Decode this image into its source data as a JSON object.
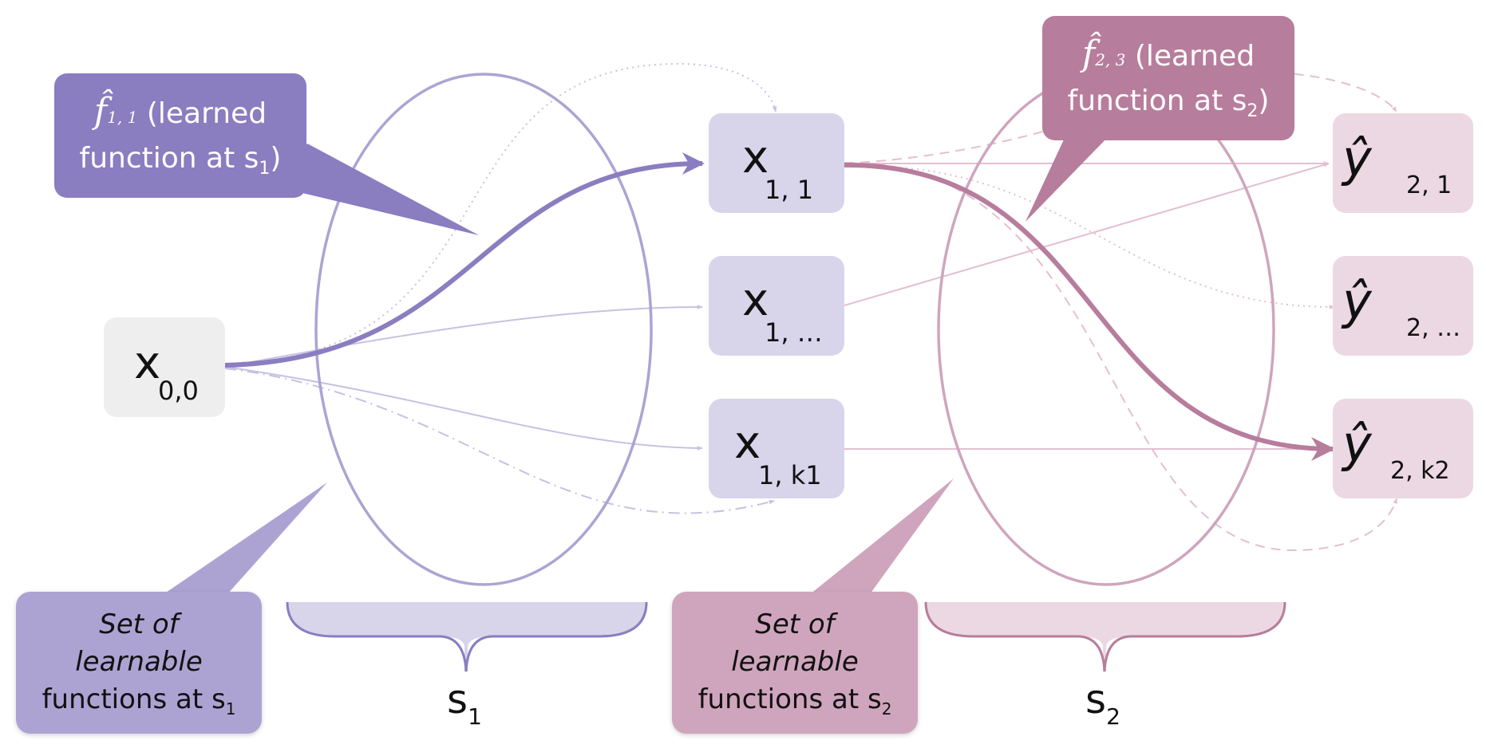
{
  "colors": {
    "purple_dark": "#8a7dc0",
    "purple_mid": "#ada3d3",
    "purple_light": "#d8d4ea",
    "pink_dark": "#b77d9c",
    "pink_mid": "#cfa5bd",
    "pink_light": "#ecd8e2",
    "input_gray": "#eeeeee"
  },
  "nodes": {
    "x00": {
      "main": "x",
      "sub": "0,0"
    },
    "x11": {
      "main": "x",
      "sub": "1, 1"
    },
    "x1dots": {
      "main": "x",
      "sub": "1, …"
    },
    "x1k1": {
      "main": "x",
      "sub": "1, k1"
    },
    "y21": {
      "main": "ŷ",
      "sub": "2, 1"
    },
    "y2dots": {
      "main": "ŷ",
      "sub": "2, …"
    },
    "y2k2": {
      "main": "ŷ",
      "sub": "2, k2"
    }
  },
  "callouts": {
    "f11": {
      "symbol": "f̂",
      "symbol_sub": "1, 1",
      "line1": "(learned",
      "line2": "function at s",
      "line2_sub": "1",
      "line2_end": ")"
    },
    "f23": {
      "symbol": "f̂",
      "symbol_sub": "2, 3",
      "line1": "(learned",
      "line2": "function at s",
      "line2_sub": "2",
      "line2_end": ")"
    }
  },
  "sets": {
    "s1": {
      "line1": "Set of",
      "line2": "learnable",
      "line3": "functions at s",
      "sub": "1"
    },
    "s2": {
      "line1": "Set of",
      "line2": "learnable",
      "line3": "functions at s",
      "sub": "2"
    }
  },
  "stage_labels": {
    "s1": {
      "main": "s",
      "sub": "1"
    },
    "s2": {
      "main": "s",
      "sub": "2"
    }
  }
}
